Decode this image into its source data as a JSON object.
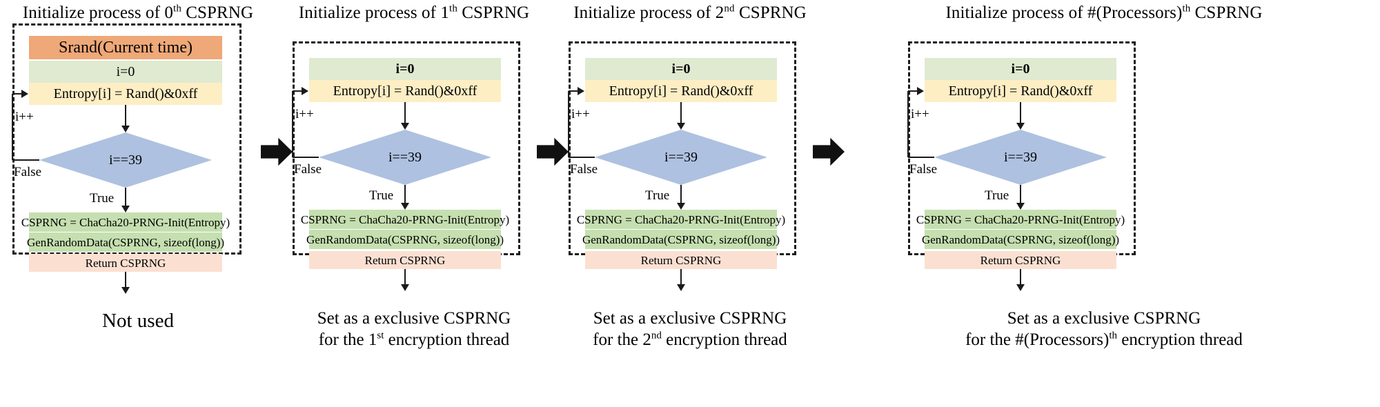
{
  "figure": {
    "type": "flowchart",
    "description": "Initialize process of CSPRNG instances across processors"
  },
  "panels": [
    {
      "id": "panel-0",
      "title_prefix": "Initialize process of 0",
      "title_sup": "th",
      "title_suffix": " CSPRNG",
      "has_srand": true,
      "srand_label": "Srand(Current time)",
      "init_label": "i=0",
      "init_bold": false,
      "entropy_label": "Entropy[i] = Rand()&0xff",
      "decision_label": "i==39",
      "loop_label": "i++",
      "false_label": "False",
      "true_label": "True",
      "csprng_label": "CSPRNG = ChaCha20-PRNG-Init(Entropy)",
      "gen_label": "GenRandomData(CSPRNG, sizeof(long))",
      "return_label": "Return CSPRNG",
      "caption_line1": "Not used",
      "caption_line2": "",
      "caption_sup": "",
      "caption_sup_tail": "",
      "caption_big": true
    },
    {
      "id": "panel-1",
      "title_prefix": "Initialize process of 1",
      "title_sup": "th",
      "title_suffix": " CSPRNG",
      "has_srand": false,
      "srand_label": "",
      "init_label": "i=0",
      "init_bold": true,
      "entropy_label": "Entropy[i] = Rand()&0xff",
      "decision_label": "i==39",
      "loop_label": "i++",
      "false_label": "False",
      "true_label": "True",
      "csprng_label": "CSPRNG = ChaCha20-PRNG-Init(Entropy)",
      "gen_label": "GenRandomData(CSPRNG, sizeof(long))",
      "return_label": "Return CSPRNG",
      "caption_line1": "Set as a exclusive CSPRNG",
      "caption_line2": "for the 1",
      "caption_sup": "st",
      "caption_sup_tail": " encryption thread",
      "caption_big": false
    },
    {
      "id": "panel-2",
      "title_prefix": "Initialize process of 2",
      "title_sup": "nd",
      "title_suffix": " CSPRNG",
      "has_srand": false,
      "srand_label": "",
      "init_label": "i=0",
      "init_bold": true,
      "entropy_label": "Entropy[i] = Rand()&0xff",
      "decision_label": "i==39",
      "loop_label": "i++",
      "false_label": "False",
      "true_label": "True",
      "csprng_label": "CSPRNG = ChaCha20-PRNG-Init(Entropy)",
      "gen_label": "GenRandomData(CSPRNG, sizeof(long))",
      "return_label": "Return CSPRNG",
      "caption_line1": "Set as a exclusive CSPRNG",
      "caption_line2": "for the 2",
      "caption_sup": "nd",
      "caption_sup_tail": " encryption thread",
      "caption_big": false
    },
    {
      "id": "panel-3",
      "title_prefix": "Initialize process of #(Processors)",
      "title_sup": "th",
      "title_suffix": " CSPRNG",
      "has_srand": false,
      "srand_label": "",
      "init_label": "i=0",
      "init_bold": true,
      "entropy_label": "Entropy[i] = Rand()&0xff",
      "decision_label": "i==39",
      "loop_label": "i++",
      "false_label": "False",
      "true_label": "True",
      "csprng_label": "CSPRNG = ChaCha20-PRNG-Init(Entropy)",
      "gen_label": "GenRandomData(CSPRNG, sizeof(long))",
      "return_label": "Return CSPRNG",
      "caption_line1": "Set as a exclusive CSPRNG",
      "caption_line2": "for the #(Processors)",
      "caption_sup": "th",
      "caption_sup_tail": " encryption thread",
      "caption_big": false
    }
  ],
  "colors": {
    "srand": "#efa878",
    "init": "#dfead0",
    "entropy": "#fdeec4",
    "decision": "#aec1e0",
    "process": "#c5dfb0",
    "return": "#fbe0d2",
    "line": "#1a1a1a",
    "block_arrow": "#111111"
  }
}
